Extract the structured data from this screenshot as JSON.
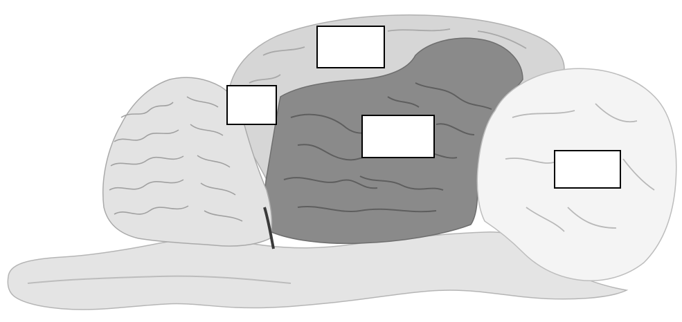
{
  "colors": {
    "background": "#ffffff",
    "cerebellum": "#e3e3e3",
    "brainstem": "#e4e4e4",
    "upper_cortex": "#d6d6d6",
    "middle_region": "#8a8a8a",
    "frontal_lobe": "#f4f4f4",
    "sulcus_lines": "#5e5e5e",
    "label_box_fill": "#ffffff",
    "label_box_stroke": "#000000"
  },
  "icons": {
    "brain": "brain-sagittal-illustration"
  },
  "label_boxes": [
    {
      "id": "label-box-1",
      "text": ""
    },
    {
      "id": "label-box-2",
      "text": ""
    },
    {
      "id": "label-box-3",
      "text": ""
    },
    {
      "id": "label-box-4",
      "text": ""
    }
  ]
}
